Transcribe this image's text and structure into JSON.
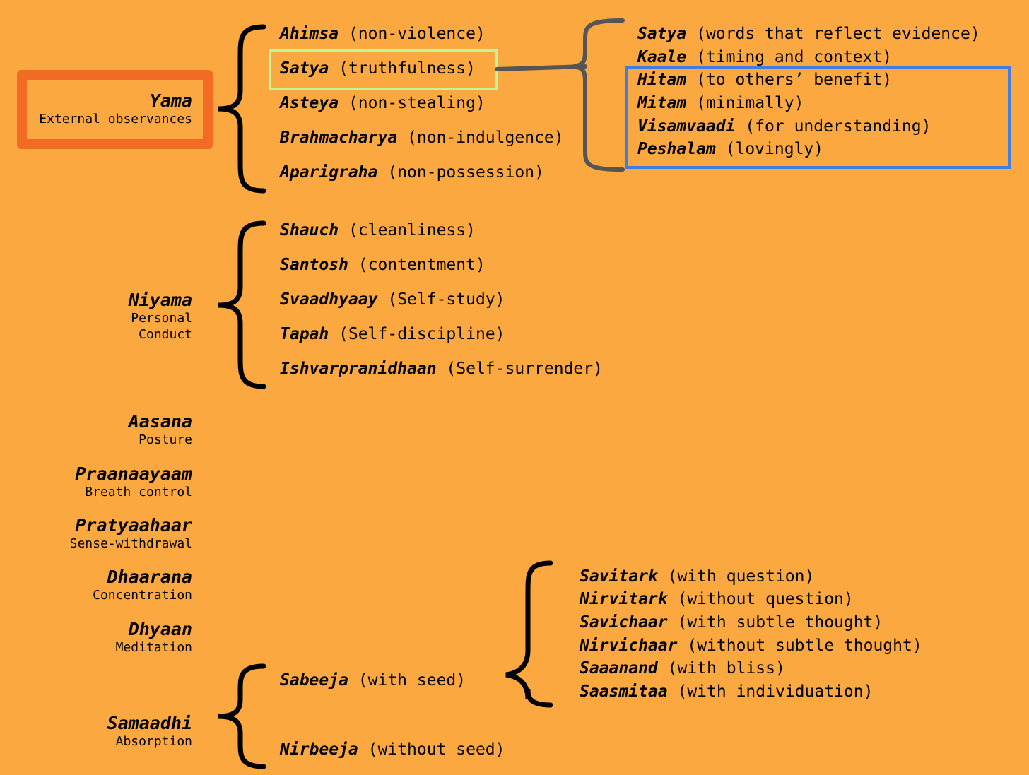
{
  "colors": {
    "background": "#FBA840",
    "yama_box": "#F26B25",
    "satya_box": "#BFF59B",
    "sub_box": "#3F7DE0",
    "connector": "#555555"
  },
  "limbs": [
    {
      "name": "Yama",
      "desc": [
        "External observances"
      ]
    },
    {
      "name": "Niyama",
      "desc": [
        "Personal",
        "Conduct"
      ]
    },
    {
      "name": "Aasana",
      "desc": [
        "Posture"
      ]
    },
    {
      "name": "Praanaayaam",
      "desc": [
        "Breath control"
      ]
    },
    {
      "name": "Pratyaahaar",
      "desc": [
        "Sense-withdrawal"
      ]
    },
    {
      "name": "Dhaarana",
      "desc": [
        "Concentration"
      ]
    },
    {
      "name": "Dhyaan",
      "desc": [
        "Meditation"
      ]
    },
    {
      "name": "Samaadhi",
      "desc": [
        "Absorption"
      ]
    }
  ],
  "yama_items": [
    {
      "term": "Ahimsa",
      "meaning": "(non-violence)"
    },
    {
      "term": "Satya",
      "meaning": "(truthfulness)"
    },
    {
      "term": "Asteya",
      "meaning": "(non-stealing)"
    },
    {
      "term": "Brahmacharya",
      "meaning": "(non-indulgence)"
    },
    {
      "term": "Aparigraha",
      "meaning": "(non-possession)"
    }
  ],
  "satya_items": [
    {
      "term": "Satya",
      "meaning": "(words that reflect evidence)"
    },
    {
      "term": "Kaale",
      "meaning": "(timing and context)"
    },
    {
      "term": "Hitam",
      "meaning": "(to others’ benefit)"
    },
    {
      "term": "Mitam",
      "meaning": "(minimally)"
    },
    {
      "term": "Visamvaadi",
      "meaning": "(for understanding)"
    },
    {
      "term": "Peshalam",
      "meaning": "(lovingly)"
    }
  ],
  "niyama_items": [
    {
      "term": "Shauch",
      "meaning": "(cleanliness)"
    },
    {
      "term": "Santosh",
      "meaning": "(contentment)"
    },
    {
      "term": "Svaadhyaay",
      "meaning": "(Self-study)"
    },
    {
      "term": "Tapah",
      "meaning": "(Self-discipline)"
    },
    {
      "term": "Ishvarpranidhaan",
      "meaning": "(Self-surrender)"
    }
  ],
  "samaadhi_items": [
    {
      "term": "Sabeeja",
      "meaning": "(with seed)"
    },
    {
      "term": "Nirbeeja",
      "meaning": "(without seed)"
    }
  ],
  "sabeeja_items": [
    {
      "term": "Savitark",
      "meaning": "(with question)"
    },
    {
      "term": "Nirvitark",
      "meaning": "(without question)"
    },
    {
      "term": "Savichaar",
      "meaning": "(with subtle thought)"
    },
    {
      "term": "Nirvichaar",
      "meaning": "(without subtle thought)"
    },
    {
      "term": "Saaanand",
      "meaning": "(with bliss)"
    },
    {
      "term": "Saasmitaa",
      "meaning": "(with individuation)"
    }
  ]
}
